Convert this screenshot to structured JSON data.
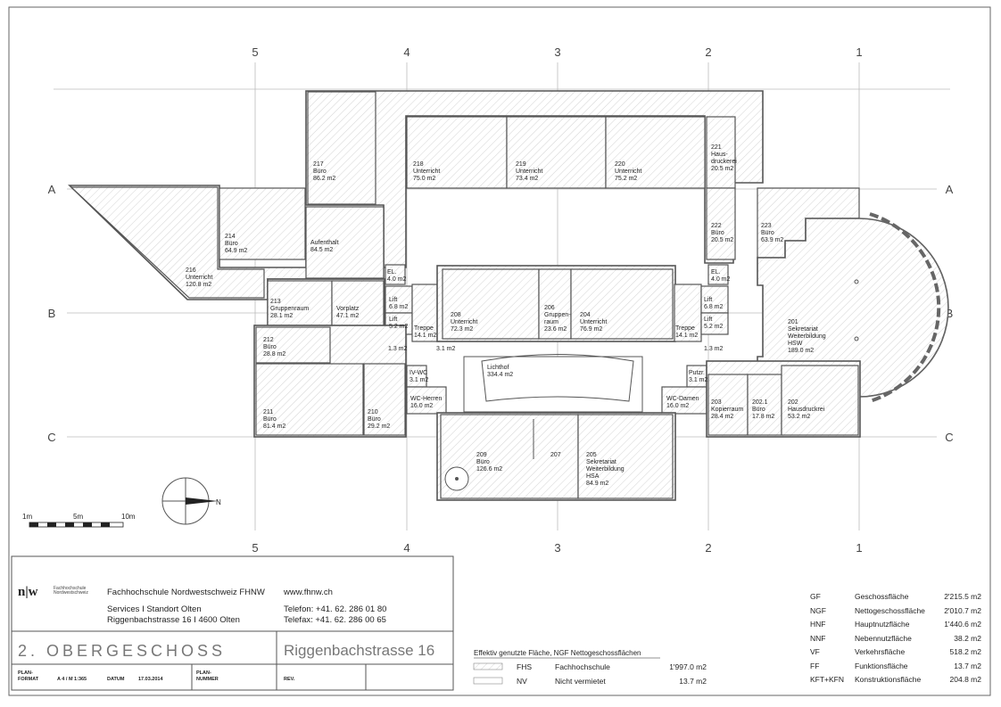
{
  "grid_labels": {
    "top": [
      "5",
      "4",
      "3",
      "2",
      "1"
    ],
    "bottom": [
      "5",
      "4",
      "3",
      "2",
      "1"
    ],
    "left": [
      "A",
      "B",
      "C"
    ],
    "right": [
      "A",
      "B",
      "C"
    ]
  },
  "rooms": [
    {
      "n": "217",
      "name": "Büro",
      "area": "86.2 m2"
    },
    {
      "n": "218",
      "name": "Unterricht",
      "area": "75.0 m2"
    },
    {
      "n": "219",
      "name": "Unterricht",
      "area": "73.4 m2"
    },
    {
      "n": "220",
      "name": "Unterricht",
      "area": "75.2 m2"
    },
    {
      "n": "221",
      "name": "Haus-\ndruckerei",
      "area": "20.5 m2"
    },
    {
      "n": "214",
      "name": "Büro",
      "area": "64.9 m2"
    },
    {
      "n": "216",
      "name": "Unterricht",
      "area": "120.8 m2"
    },
    {
      "n": "",
      "name": "Aufenthalt",
      "area": "84.5 m2"
    },
    {
      "n": "222",
      "name": "Büro",
      "area": "20.5 m2"
    },
    {
      "n": "223",
      "name": "Büro",
      "area": "63.9 m2"
    },
    {
      "n": "",
      "name": "EL.",
      "area": "4.0 m2",
      "id": "el-left"
    },
    {
      "n": "",
      "name": "EL.",
      "area": "4.0 m2",
      "id": "el-right"
    },
    {
      "n": "213",
      "name": "Gruppenraum",
      "area": "28.1 m2"
    },
    {
      "n": "",
      "name": "Vorplatz",
      "area": "47.1 m2"
    },
    {
      "n": "",
      "name": "Lift",
      "area": "6.8 m2",
      "id": "lift1"
    },
    {
      "n": "",
      "name": "Lift",
      "area": "5.2 m2",
      "id": "lift2"
    },
    {
      "n": "",
      "name": "Treppe",
      "area": "14.1 m2",
      "id": "treppe-left"
    },
    {
      "n": "208",
      "name": "Unterricht",
      "area": "72.3 m2"
    },
    {
      "n": "206",
      "name": "Gruppen-\nraum",
      "area": "23.6 m2"
    },
    {
      "n": "204",
      "name": "Unterricht",
      "area": "76.9 m2"
    },
    {
      "n": "",
      "name": "Treppe",
      "area": "14.1 m2",
      "id": "treppe-right"
    },
    {
      "n": "",
      "name": "Lift",
      "area": "6.8 m2",
      "id": "lift3"
    },
    {
      "n": "",
      "name": "Lift",
      "area": "5.2 m2",
      "id": "lift4"
    },
    {
      "n": "201",
      "name": "Sekretariat\nWeiterbildung\nHSW",
      "area": "189.0 m2"
    },
    {
      "n": "212",
      "name": "Büro",
      "area": "28.8 m2"
    },
    {
      "n": "",
      "name": "",
      "area": "1.3 m2",
      "id": "small1"
    },
    {
      "n": "",
      "name": "",
      "area": "3.1 m2",
      "id": "small2"
    },
    {
      "n": "",
      "name": "",
      "area": "1.3 m2",
      "id": "small3"
    },
    {
      "n": "",
      "name": "IV-WC",
      "area": "3.1 m2"
    },
    {
      "n": "",
      "name": "Lichthof",
      "area": "334.4 m2"
    },
    {
      "n": "",
      "name": "Putzr.",
      "area": "3.1 m2"
    },
    {
      "n": "",
      "name": "WC-Herren",
      "area": "16.0 m2"
    },
    {
      "n": "",
      "name": "WC-Damen",
      "area": "16.0 m2"
    },
    {
      "n": "203",
      "name": "Kopierraum",
      "area": "28.4 m2"
    },
    {
      "n": "202.1",
      "name": "Büro",
      "area": "17.8 m2"
    },
    {
      "n": "202",
      "name": "Hausdruckrei",
      "area": "53.2 m2"
    },
    {
      "n": "211",
      "name": "Büro",
      "area": "81.4 m2"
    },
    {
      "n": "210",
      "name": "Büro",
      "area": "29.2 m2"
    },
    {
      "n": "209",
      "name": "Büro",
      "area": "126.6 m2"
    },
    {
      "n": "207",
      "name": "",
      "area": ""
    },
    {
      "n": "205",
      "name": "Sekretariat\nWeiterbildung\nHSA",
      "area": "84.9 m2"
    }
  ],
  "scale": {
    "labels": [
      "1m",
      "5m",
      "10m"
    ]
  },
  "north": "N",
  "title_block": {
    "logo_mark": "n|w",
    "logo_text": "Fachhochschule\nNordwestschweiz",
    "org": "Fachhochschule Nordwestschweiz FHNW",
    "url": "www.fhnw.ch",
    "dept": "Services I Standort Olten",
    "address": "Riggenbachstrasse 16 I 4600 Olten",
    "phone": "Telefon: +41. 62. 286 01 80",
    "fax": "Telefax: +41. 62. 286 00 65",
    "floor": "2. OBERGESCHOSS",
    "street": "Riggenbachstrasse 16",
    "plan_format_label": "PLAN-\nFORMAT",
    "plan_format": "A 4 / M 1:365",
    "datum_label": "DATUM",
    "datum": "17.03.2014",
    "plan_nummer_label": "PLAN-\nNUMMER",
    "rev_label": "REV."
  },
  "legend": {
    "title": "Effektiv genutzte Fläche, NGF Nettogeschossflächen",
    "rows": [
      {
        "code": "FHS",
        "name": "Fachhochschule",
        "value": "1'997.0 m2"
      },
      {
        "code": "NV",
        "name": "Nicht vermietet",
        "value": "13.7 m2"
      }
    ]
  },
  "summary": [
    {
      "code": "GF",
      "name": "Geschossfläche",
      "value": "2'215.5 m2"
    },
    {
      "code": "NGF",
      "name": "Nettogeschossfläche",
      "value": "2'010.7 m2"
    },
    {
      "code": "HNF",
      "name": "Hauptnutzfläche",
      "value": "1'440.6 m2"
    },
    {
      "code": "NNF",
      "name": "Nebennutzfläche",
      "value": "38.2 m2"
    },
    {
      "code": "VF",
      "name": "Verkehrsfläche",
      "value": "518.2 m2"
    },
    {
      "code": "FF",
      "name": "Funktionsfläche",
      "value": "13.7 m2"
    },
    {
      "code": "KFT+KFN",
      "name": "Konstruktionsfläche",
      "value": "204.8 m2"
    }
  ]
}
